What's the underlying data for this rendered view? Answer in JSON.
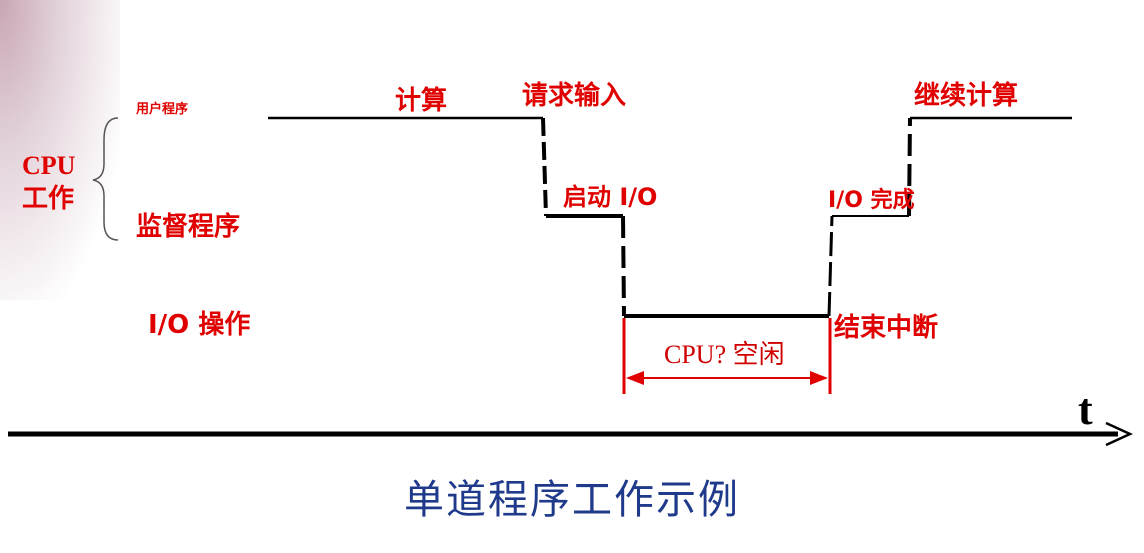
{
  "labels": {
    "user_program": "用户程序",
    "cpu": "CPU",
    "work": "工作",
    "supervisor_program": "监督程序",
    "io_operation": "I/O 操作",
    "compute": "计算",
    "request_input": "请求输入",
    "start_io": "启动 I/O",
    "continue_compute": "继续计算",
    "io_complete": "I/O 完成",
    "end_interrupt": "结束中断",
    "cpu_idle": "CPU? 空闲",
    "time_axis": "t"
  },
  "caption": "单道程序工作示例",
  "colors": {
    "label": "#e00000",
    "caption": "#1f3a8a",
    "line": "#000000"
  }
}
